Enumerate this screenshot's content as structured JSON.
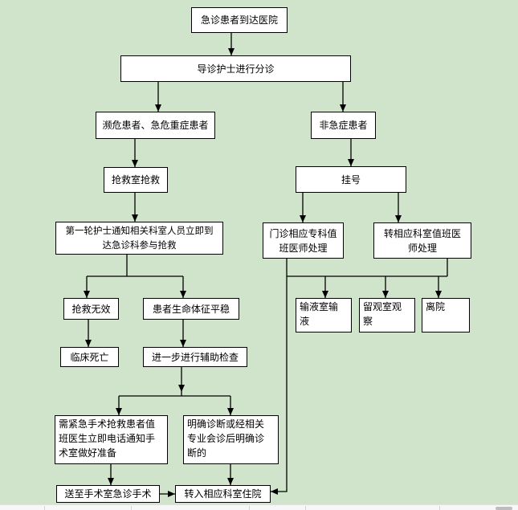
{
  "colors": {
    "background": "#d0e4cc",
    "node_fill": "#ffffff",
    "node_border": "#000000",
    "connector": "#000000"
  },
  "flowchart": {
    "nodes": {
      "arrive": {
        "text": "急诊患者到达医院"
      },
      "triage": {
        "text": "导诊护士进行分诊"
      },
      "critical": {
        "text": "濒危患者、急危重症患者"
      },
      "noncritical": {
        "text": "非急症患者"
      },
      "rescue_room": {
        "text": "抢救室抢救"
      },
      "register": {
        "text": "挂号"
      },
      "notify": {
        "text": "第一轮护士通知相关科室人员立即到\n达急诊科参与抢救"
      },
      "outpatient": {
        "text": "门诊相应专科值\n班医师处理"
      },
      "transfer_dept": {
        "text": "转相应科室值班医\n师处理"
      },
      "rescue_fail": {
        "text": "抢救无效"
      },
      "stable": {
        "text": "患者生命体征平稳"
      },
      "infusion": {
        "text": "输液室输\n液"
      },
      "observe": {
        "text": "留观室观\n察"
      },
      "leave": {
        "text": "离院"
      },
      "death": {
        "text": "临床死亡"
      },
      "exam": {
        "text": "进一步进行辅助检查"
      },
      "surgery_prep": {
        "text": "需紧急手术抢救患者值\n班医生立即电话通知手\n术室做好准备"
      },
      "diagnosis": {
        "text": "明确诊断或经相关\n专业会诊后明确诊\n断的"
      },
      "to_or": {
        "text": "送至手术室急诊手术"
      },
      "admit": {
        "text": "转入相应科室住院"
      }
    }
  }
}
